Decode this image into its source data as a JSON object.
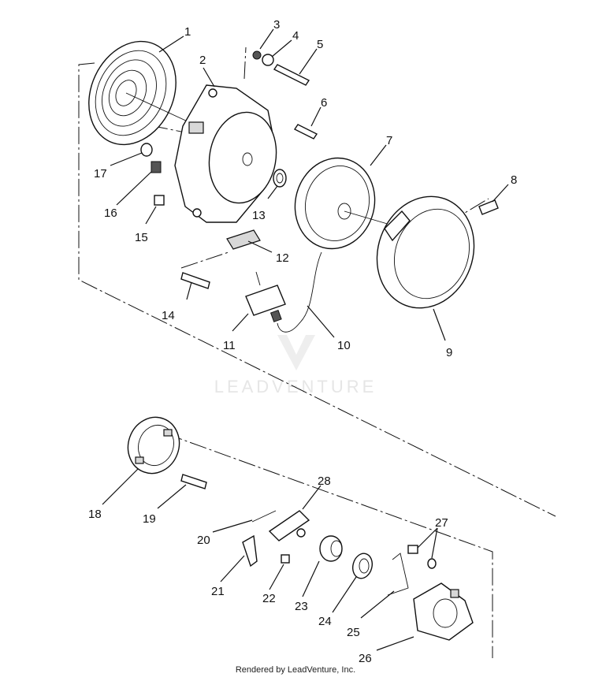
{
  "watermark": "LEADVENTURE",
  "footer": "Rendered by LeadVenture, Inc.",
  "callouts": [
    "1",
    "2",
    "3",
    "4",
    "5",
    "6",
    "7",
    "8",
    "9",
    "10",
    "11",
    "12",
    "13",
    "14",
    "15",
    "16",
    "17",
    "18",
    "19",
    "20",
    "21",
    "22",
    "23",
    "24",
    "25",
    "26",
    "27",
    "28"
  ]
}
